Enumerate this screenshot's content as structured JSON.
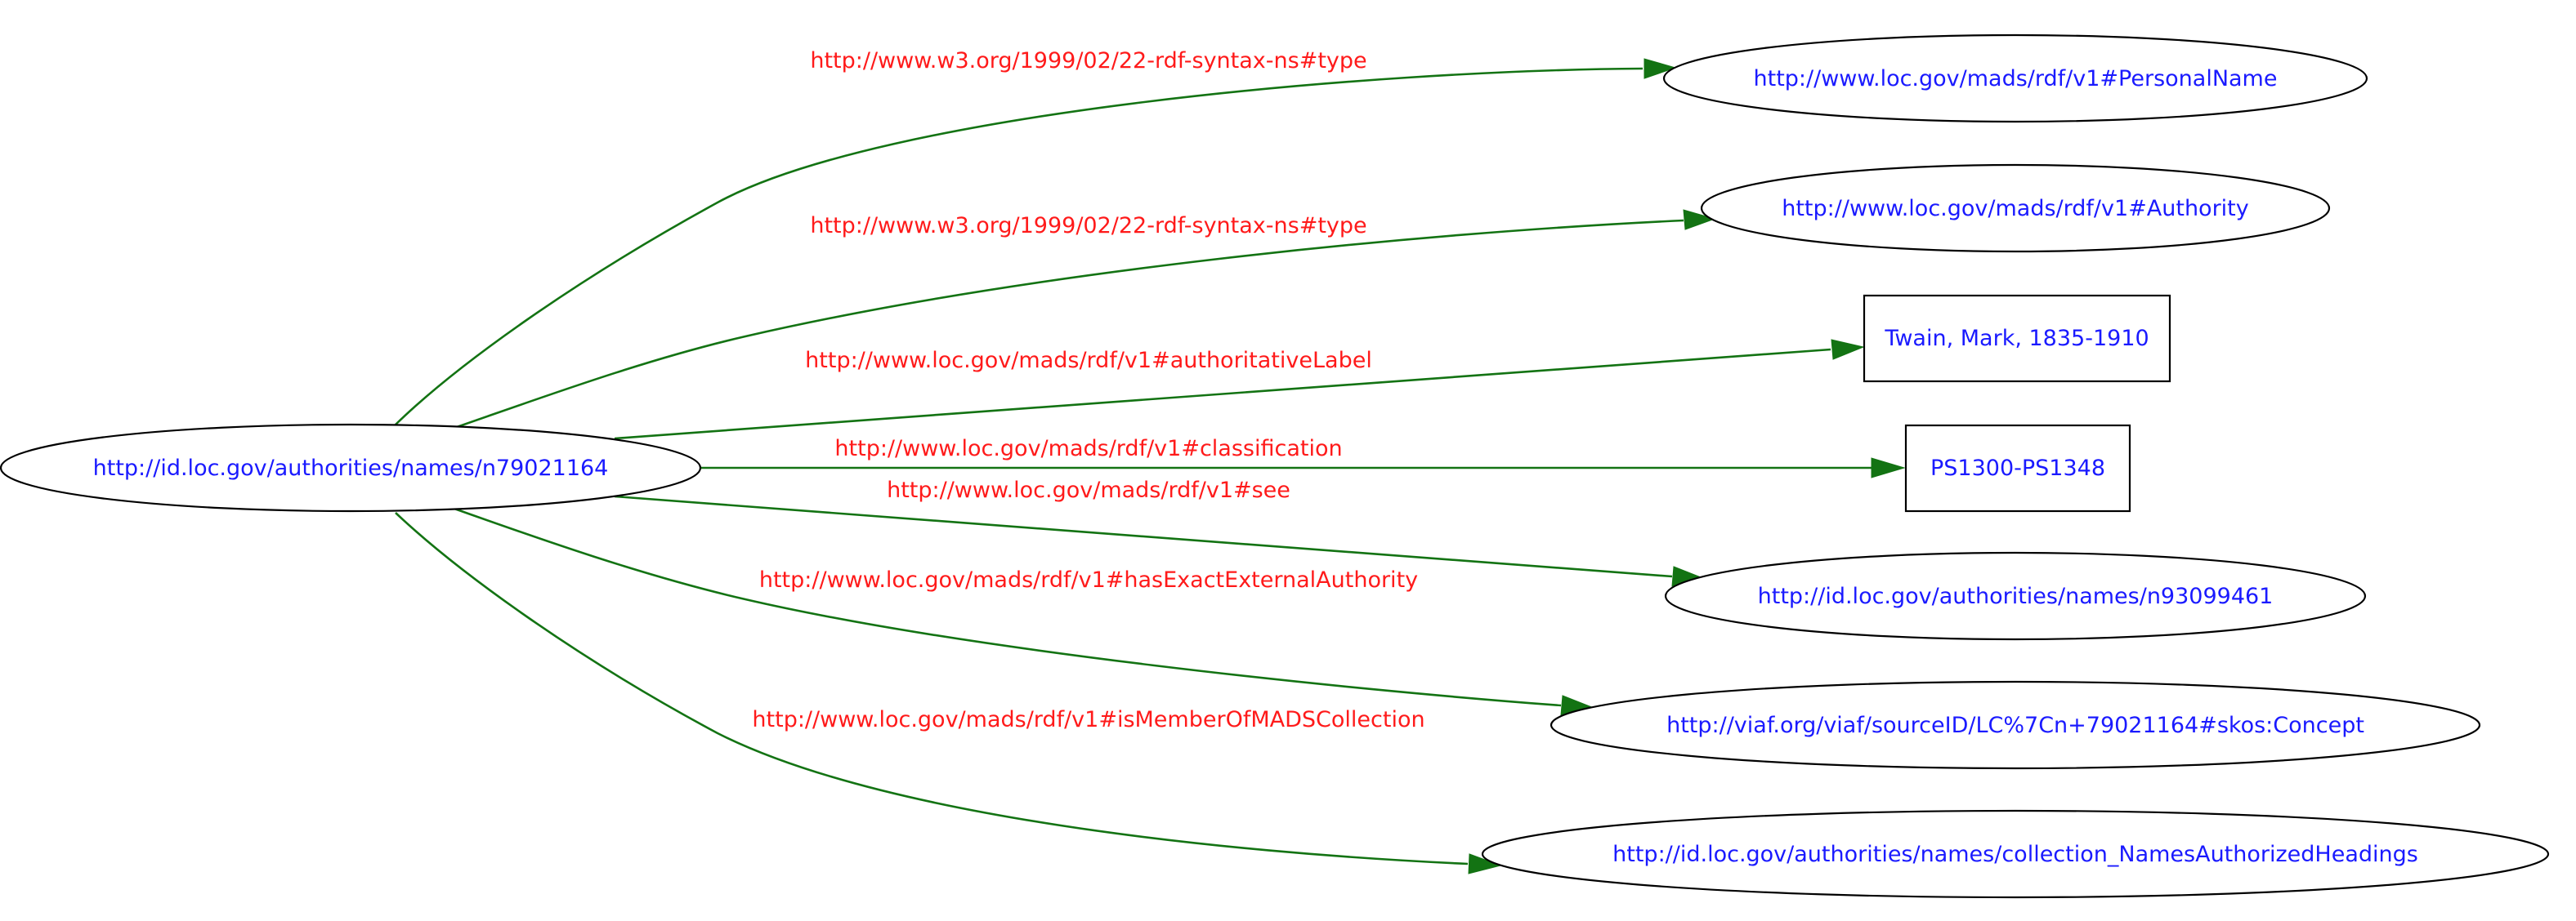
{
  "graph": {
    "source": {
      "label": "http://id.loc.gov/authorities/names/n79021164",
      "shape": "ellipse"
    },
    "edges": [
      {
        "predicate": "http://www.w3.org/1999/02/22-rdf-syntax-ns#type",
        "target": "http://www.loc.gov/mads/rdf/v1#PersonalName",
        "target_shape": "ellipse"
      },
      {
        "predicate": "http://www.w3.org/1999/02/22-rdf-syntax-ns#type",
        "target": "http://www.loc.gov/mads/rdf/v1#Authority",
        "target_shape": "ellipse"
      },
      {
        "predicate": "http://www.loc.gov/mads/rdf/v1#authoritativeLabel",
        "target": "Twain, Mark, 1835-1910",
        "target_shape": "box"
      },
      {
        "predicate": "http://www.loc.gov/mads/rdf/v1#classification",
        "target": "PS1300-PS1348",
        "target_shape": "box"
      },
      {
        "predicate": "http://www.loc.gov/mads/rdf/v1#see",
        "target": "http://id.loc.gov/authorities/names/n93099461",
        "target_shape": "ellipse"
      },
      {
        "predicate": "http://www.loc.gov/mads/rdf/v1#hasExactExternalAuthority",
        "target": "http://viaf.org/viaf/sourceID/LC%7Cn+79021164#skos:Concept",
        "target_shape": "ellipse"
      },
      {
        "predicate": "http://www.loc.gov/mads/rdf/v1#isMemberOfMADSCollection",
        "target": "http://id.loc.gov/authorities/names/collection_NamesAuthorizedHeadings",
        "target_shape": "ellipse"
      }
    ]
  },
  "colors": {
    "node_text": "#1a1aff",
    "edge_label": "#ff1a1a",
    "edge_line": "#137313",
    "node_outline": "#000000",
    "background": "#ffffff"
  }
}
